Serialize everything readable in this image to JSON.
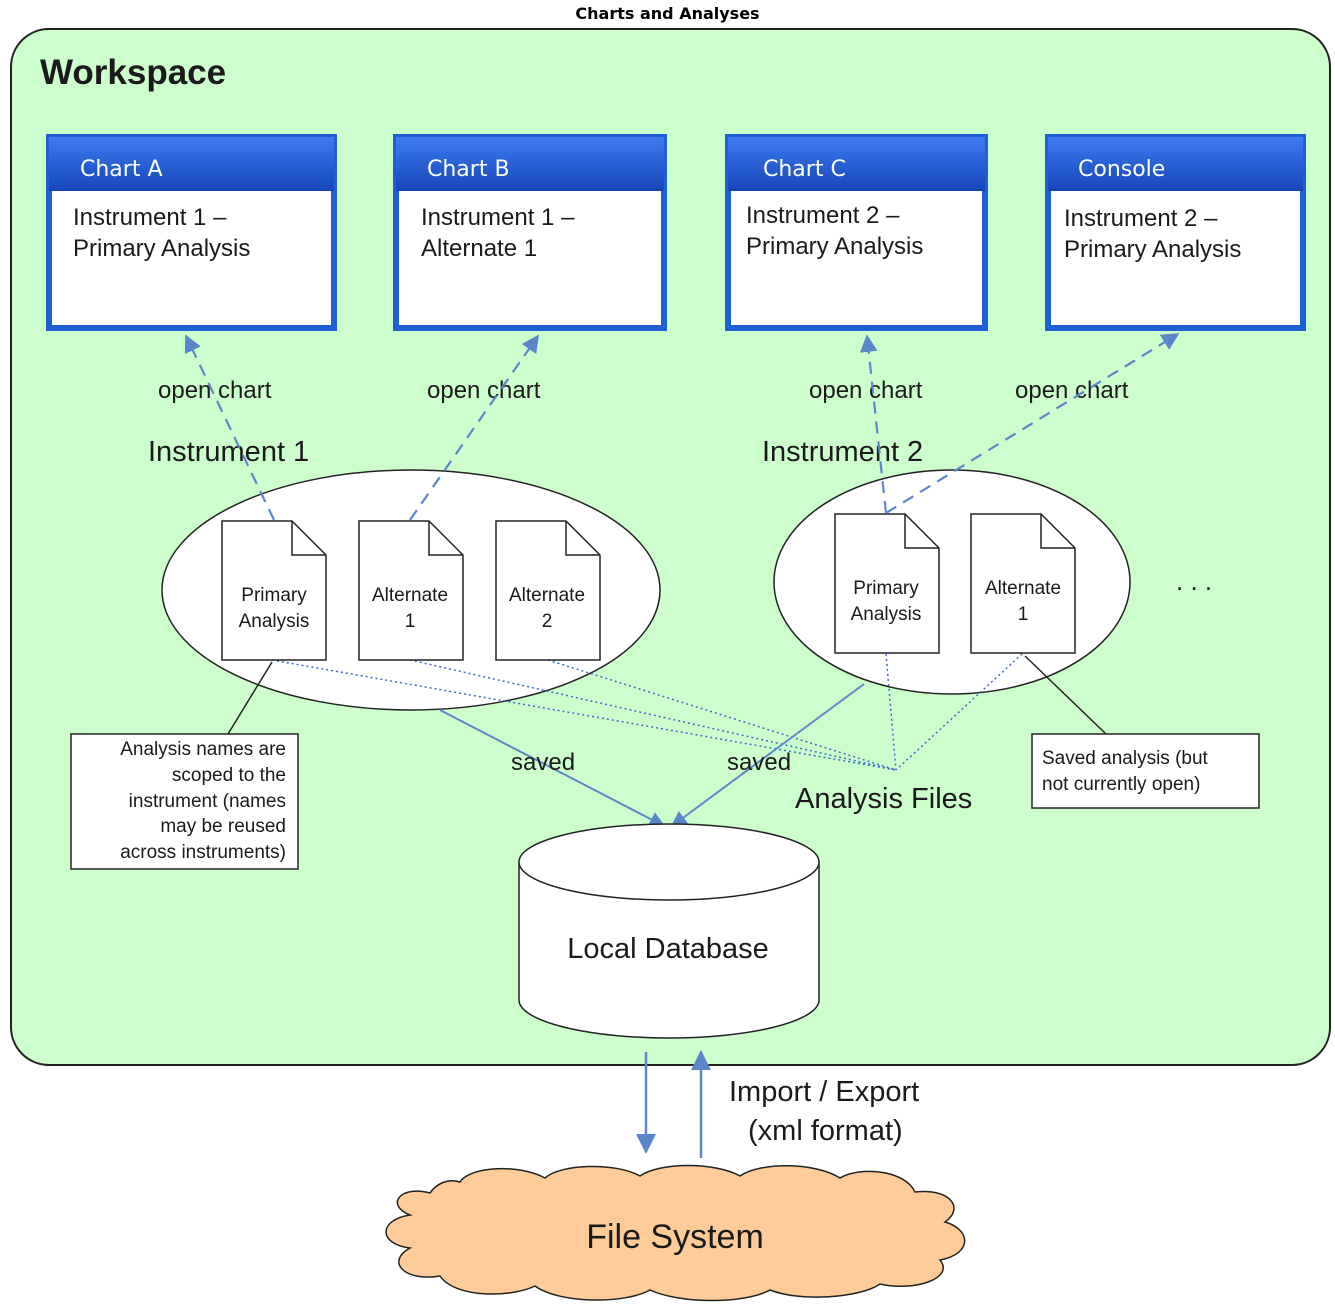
{
  "page_title": "Charts and Analyses",
  "workspace": {
    "title": "Workspace",
    "windows": [
      {
        "title": "Chart A",
        "line1": "Instrument 1 –",
        "line2": "Primary Analysis"
      },
      {
        "title": "Chart B",
        "line1": "Instrument 1 –",
        "line2": "Alternate 1"
      },
      {
        "title": "Chart C",
        "line1": "Instrument 2 –",
        "line2": "Primary Analysis"
      },
      {
        "title": "Console",
        "line1": "Instrument 2 –",
        "line2": "Primary Analysis"
      }
    ],
    "open_chart_label": "open chart",
    "instruments": [
      {
        "name": "Instrument 1",
        "files": [
          {
            "line1": "Primary",
            "line2": "Analysis"
          },
          {
            "line1": "Alternate",
            "line2": "1"
          },
          {
            "line1": "Alternate",
            "line2": "2"
          }
        ]
      },
      {
        "name": "Instrument 2",
        "files": [
          {
            "line1": "Primary",
            "line2": "Analysis"
          },
          {
            "line1": "Alternate",
            "line2": "1"
          }
        ]
      }
    ],
    "ellipsis": ". . .",
    "note_left": [
      "Analysis names are",
      "scoped to the",
      "instrument (names",
      "may be reused",
      "across instruments)"
    ],
    "note_right": [
      "Saved analysis (but",
      "not currently open)"
    ],
    "saved_label": "saved",
    "analysis_files_label": "Analysis Files",
    "database_label": "Local Database"
  },
  "import_export": [
    "Import / Export",
    "(xml format)"
  ],
  "file_system_label": "File System",
  "colors": {
    "workspace_fill": "#ccffcc",
    "window_title_bar": "#1f5fd6",
    "arrow": "#5b86c9",
    "cloud_fill": "#ffcc99"
  }
}
